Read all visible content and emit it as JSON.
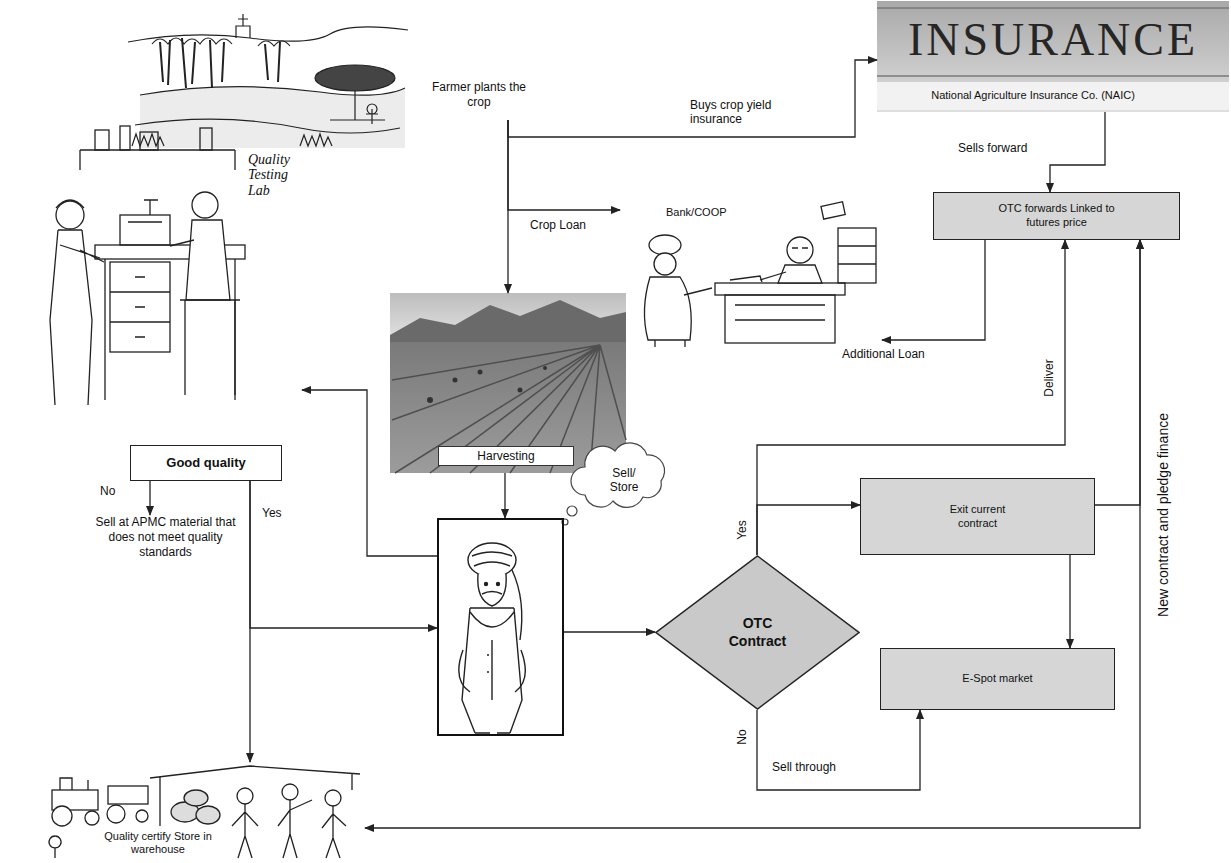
{
  "diagram": {
    "nodes": [
      {
        "text": [
          "Farmer plants the crop"
        ]
      },
      {
        "text": [
          "INSURANCE",
          "National Agriculture Insurance Co. (NAIC)"
        ]
      },
      {
        "text": [
          "Bank/COOP"
        ]
      },
      {
        "text": [
          "OTC forwards Linked to futures price"
        ]
      },
      {
        "text": [
          "Quality Testing Lab"
        ]
      },
      {
        "text": [
          "Harvesting"
        ]
      },
      {
        "text": [
          "Good quality"
        ]
      },
      {
        "text": [
          "Sell/ Store"
        ]
      },
      {
        "text": [
          "Exit current contract"
        ]
      },
      {
        "text": [
          "OTC Contract"
        ]
      },
      {
        "text": [
          "E-Spot market"
        ]
      },
      {
        "text": [
          "Sell at APMC material that does not meet quality standards"
        ]
      },
      {
        "text": [
          "Quality certify Store in warehouse"
        ]
      }
    ],
    "edges": [
      {
        "from": 0,
        "to": 1,
        "label": "Buys crop yield insurance",
        "arrow": "to"
      },
      {
        "from": 0,
        "to": 2,
        "label": "Crop Loan",
        "arrow": "to"
      },
      {
        "from": 0,
        "to": 5,
        "arrow": "to"
      },
      {
        "from": 1,
        "to": 3,
        "label": "Sells forward",
        "arrow": "to"
      },
      {
        "from": 3,
        "to": 2,
        "label": "Additional Loan",
        "arrow": "to"
      },
      {
        "from": 5,
        "to": 7,
        "arrow": "to"
      },
      {
        "from": 7,
        "to": 4,
        "arrow": "to"
      },
      {
        "from": 6,
        "to": 11,
        "label": "No",
        "arrow": "to"
      },
      {
        "from": 6,
        "to": 12,
        "label": "Yes",
        "arrow": "to"
      },
      {
        "from": 6,
        "to": 7,
        "arrow": "to"
      },
      {
        "from": 7,
        "to": 9,
        "arrow": "to"
      },
      {
        "from": 9,
        "to": 3,
        "label": "Deliver",
        "arrow": "to"
      },
      {
        "from": 9,
        "to": 8,
        "label": "Yes",
        "arrow": "to"
      },
      {
        "from": 8,
        "to": 10,
        "arrow": "to"
      },
      {
        "from": 9,
        "to": 10,
        "label": "Sell through",
        "arrow": "to"
      },
      {
        "from": 12,
        "to": 3,
        "label": "New contract and pledge finance",
        "arrow": "both"
      },
      {
        "from": 8,
        "to": 3,
        "arrow": "to"
      }
    ],
    "labels": [
      "No"
    ]
  }
}
